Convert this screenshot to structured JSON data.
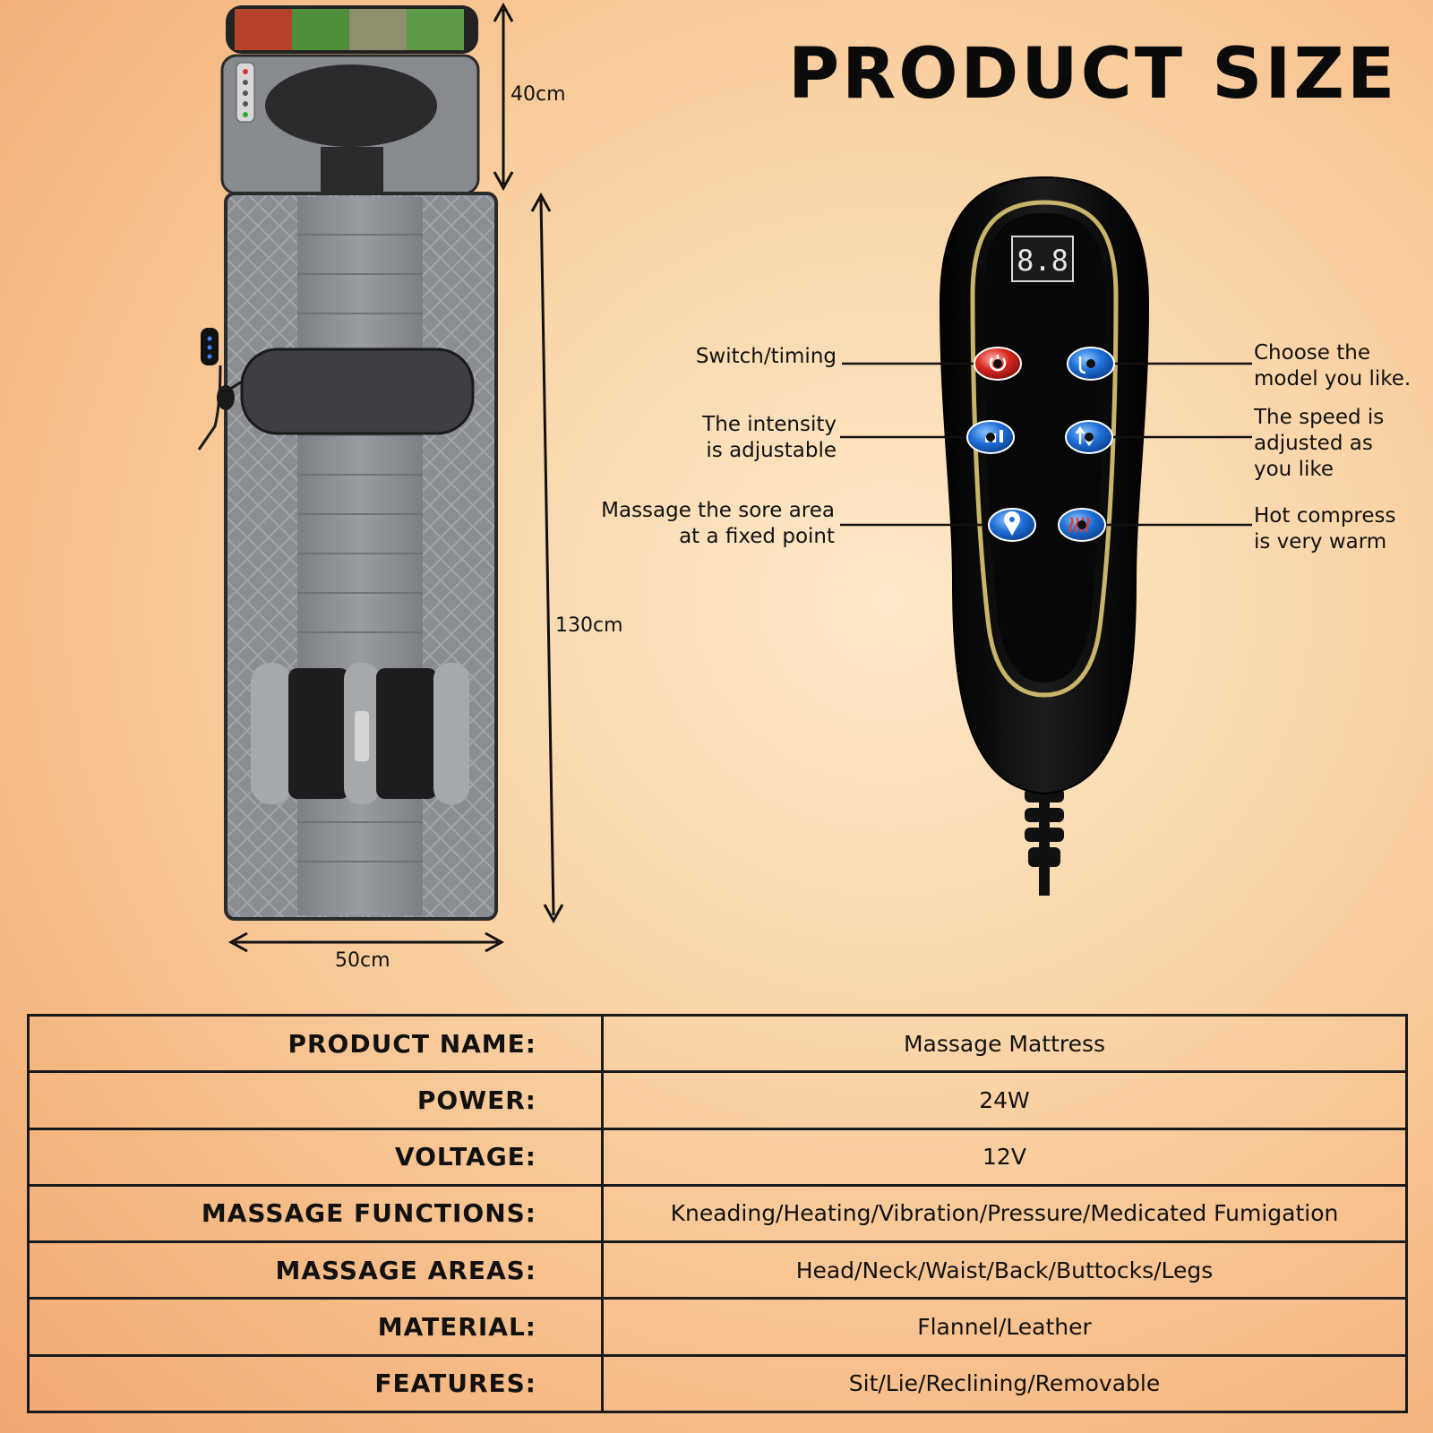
{
  "title": "PRODUCT SIZE",
  "dimensions": {
    "head_height": "40cm",
    "body_length": "130cm",
    "width": "50cm"
  },
  "remote_callouts": {
    "switch": "Switch/timing",
    "intensity_line1": "The intensity",
    "intensity_line2": "is adjustable",
    "fixed_line1": "Massage the sore area",
    "fixed_line2": "at a fixed point",
    "model_line1": "Choose the",
    "model_line2": "model you like.",
    "speed_line1": "The speed is",
    "speed_line2": "adjusted as",
    "speed_line3": "you like",
    "hot_line1": "Hot compress",
    "hot_line2": "is very warm"
  },
  "remote_display": "8.8",
  "colors": {
    "mat_gray": "#8a8d92",
    "remote_black": "#0d0d0d",
    "remote_gold_ring": "#c9b46a",
    "button_blue": "#1f6fd6",
    "button_red": "#d8261e"
  },
  "specs": [
    {
      "key": "PRODUCT NAME:",
      "value": "Massage Mattress"
    },
    {
      "key": "POWER:",
      "value": "24W"
    },
    {
      "key": "VOLTAGE:",
      "value": "12V"
    },
    {
      "key": "MASSAGE FUNCTIONS:",
      "value": "Kneading/Heating/Vibration/Pressure/Medicated Fumigation"
    },
    {
      "key": "MASSAGE AREAS:",
      "value": "Head/Neck/Waist/Back/Buttocks/Legs"
    },
    {
      "key": "MATERIAL:",
      "value": "Flannel/Leather"
    },
    {
      "key": "FEATURES:",
      "value": "Sit/Lie/Reclining/Removable"
    }
  ]
}
